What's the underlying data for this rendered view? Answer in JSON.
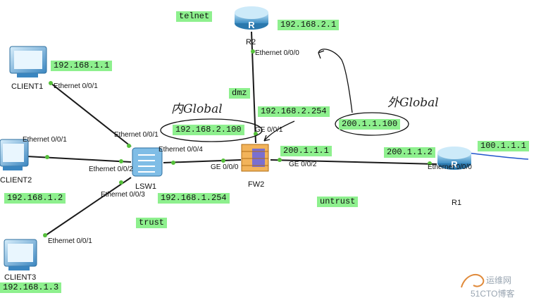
{
  "zones": {
    "telnet": "telnet",
    "dmz": "dmz",
    "trust": "trust",
    "untrust": "untrust"
  },
  "devices": {
    "r2": {
      "name": "R2",
      "port": "Ethernet 0/0/0",
      "ip": "192.168.2.1"
    },
    "client1": {
      "name": "CLIENT1",
      "port": "Ethernet 0/0/1",
      "ip": "192.168.1.1"
    },
    "client2": {
      "name": "CLIENT2",
      "port": "Ethernet 0/0/1",
      "ip": "192.168.1.2"
    },
    "client3": {
      "name": "CLIENT3",
      "port": "Ethernet 0/0/1",
      "ip": "192.168.1.3"
    },
    "lsw1": {
      "name": "LSW1",
      "ports": [
        "Ethernet 0/0/1",
        "Ethernet 0/0/2",
        "Ethernet 0/0/3",
        "Ethernet 0/0/4"
      ]
    },
    "fw2": {
      "name": "FW2",
      "ports": [
        "GE 0/0/0",
        "GE 0/0/1",
        "GE 0/0/2"
      ],
      "ip_trust": "192.168.1.254",
      "ip_dmz": "192.168.2.254",
      "ip_untrust": "200.1.1.1"
    },
    "r1": {
      "name": "R1",
      "port": "Ethernet 0/0/0",
      "ip": "200.1.1.2",
      "ext_ip": "100.1.1.1"
    }
  },
  "nat": {
    "inside_global": "192.168.2.100",
    "inside_note": "内Global",
    "outside_global": "200.1.1.100",
    "outside_note": "外Global"
  },
  "watermark": {
    "brand": "运维网",
    "site": "51CTO博客"
  },
  "colors": {
    "zone_tag": "#8ef08e",
    "link": "#1a1a1a",
    "port_dot": "#55c03a",
    "annotation": "#2255cc"
  }
}
